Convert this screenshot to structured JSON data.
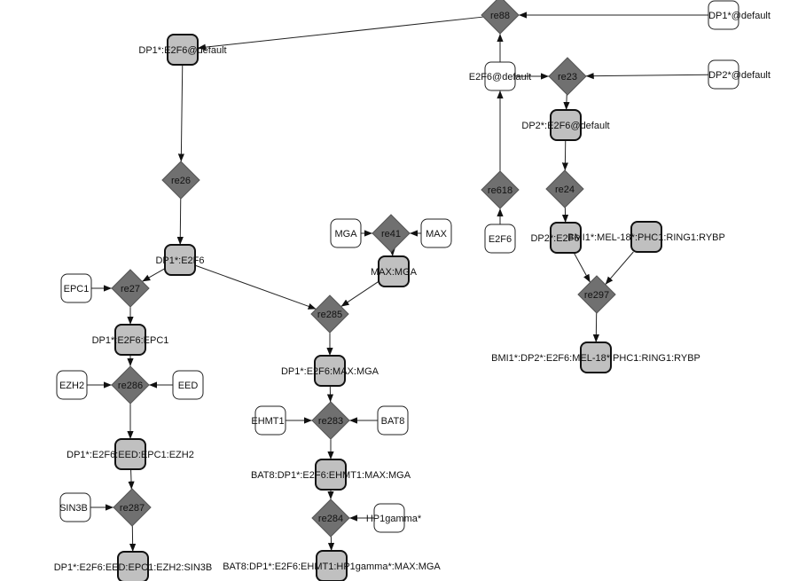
{
  "diagram": {
    "title": "E2F6 complex formation network",
    "colors": {
      "complex_fill": "#c0c0c0",
      "reaction_fill": "#707070",
      "simple_fill": "#ffffff",
      "edge": "#222222"
    },
    "nodes": [
      {
        "id": "re88",
        "type": "reaction",
        "label": "re88"
      },
      {
        "id": "dp1_default",
        "type": "simple",
        "label": "DP1*@default"
      },
      {
        "id": "dp1_e2f6_default",
        "type": "complex",
        "label": "DP1*:E2F6@default"
      },
      {
        "id": "e2f6_default",
        "type": "simple",
        "label": "E2F6@default"
      },
      {
        "id": "re23",
        "type": "reaction",
        "label": "re23"
      },
      {
        "id": "dp2_default",
        "type": "simple",
        "label": "DP2*@default"
      },
      {
        "id": "dp2_e2f6_default",
        "type": "complex",
        "label": "DP2*:E2F6@default"
      },
      {
        "id": "re618",
        "type": "reaction",
        "label": "re618"
      },
      {
        "id": "e2f6",
        "type": "simple",
        "label": "E2F6"
      },
      {
        "id": "re24",
        "type": "reaction",
        "label": "re24"
      },
      {
        "id": "dp2_e2f6",
        "type": "complex",
        "label": "DP2*:E2F6"
      },
      {
        "id": "mel18_complex",
        "type": "complex",
        "label": "BMI1*:MEL-18*:PHC1:RING1:RYBP"
      },
      {
        "id": "re297",
        "type": "reaction",
        "label": "re297"
      },
      {
        "id": "bmi1_full",
        "type": "complex",
        "label": "BMI1*:DP2*:E2F6:MEL-18*:PHC1:RING1:RYBP"
      },
      {
        "id": "re26",
        "type": "reaction",
        "label": "re26"
      },
      {
        "id": "dp1_e2f6",
        "type": "complex",
        "label": "DP1*:E2F6"
      },
      {
        "id": "epc1",
        "type": "simple",
        "label": "EPC1"
      },
      {
        "id": "re27",
        "type": "reaction",
        "label": "re27"
      },
      {
        "id": "dp1_e2f6_epc1",
        "type": "complex",
        "label": "DP1*:E2F6:EPC1"
      },
      {
        "id": "ezh2",
        "type": "simple",
        "label": "EZH2"
      },
      {
        "id": "re286",
        "type": "reaction",
        "label": "re286"
      },
      {
        "id": "eed",
        "type": "simple",
        "label": "EED"
      },
      {
        "id": "dp1_e2f6_eed_epc1_ezh2",
        "type": "complex",
        "label": "DP1*:E2F6:EED:EPC1:EZH2"
      },
      {
        "id": "sin3b",
        "type": "simple",
        "label": "SIN3B"
      },
      {
        "id": "re287",
        "type": "reaction",
        "label": "re287"
      },
      {
        "id": "dp1_e2f6_eed_epc1_ezh2_sin3b",
        "type": "complex",
        "label": "DP1*:E2F6:EED:EPC1:EZH2:SIN3B"
      },
      {
        "id": "mga",
        "type": "simple",
        "label": "MGA"
      },
      {
        "id": "re41",
        "type": "reaction",
        "label": "re41"
      },
      {
        "id": "max",
        "type": "simple",
        "label": "MAX"
      },
      {
        "id": "max_mga",
        "type": "complex",
        "label": "MAX:MGA"
      },
      {
        "id": "re285",
        "type": "reaction",
        "label": "re285"
      },
      {
        "id": "dp1_e2f6_max_mga",
        "type": "complex",
        "label": "DP1*:E2F6:MAX:MGA"
      },
      {
        "id": "ehmt1",
        "type": "simple",
        "label": "EHMT1"
      },
      {
        "id": "re283",
        "type": "reaction",
        "label": "re283"
      },
      {
        "id": "bat8",
        "type": "simple",
        "label": "BAT8"
      },
      {
        "id": "bat8_complex",
        "type": "complex",
        "label": "BAT8:DP1*:E2F6:EHMT1:MAX:MGA"
      },
      {
        "id": "re284",
        "type": "reaction",
        "label": "re284"
      },
      {
        "id": "hp1gamma",
        "type": "simple",
        "label": "HP1gamma*"
      },
      {
        "id": "bat8_hp1_complex",
        "type": "complex",
        "label": "BAT8:DP1*:E2F6:EHMT1:HP1gamma*:MAX:MGA"
      }
    ],
    "edges": [
      {
        "from": "dp1_default",
        "to": "re88"
      },
      {
        "from": "e2f6_default",
        "to": "re88"
      },
      {
        "from": "re88",
        "to": "dp1_e2f6_default"
      },
      {
        "from": "e2f6_default",
        "to": "re23"
      },
      {
        "from": "dp2_default",
        "to": "re23"
      },
      {
        "from": "re23",
        "to": "dp2_e2f6_default"
      },
      {
        "from": "e2f6",
        "to": "re618"
      },
      {
        "from": "re618",
        "to": "e2f6_default"
      },
      {
        "from": "dp2_e2f6_default",
        "to": "re24"
      },
      {
        "from": "re24",
        "to": "dp2_e2f6"
      },
      {
        "from": "dp2_e2f6",
        "to": "re297"
      },
      {
        "from": "mel18_complex",
        "to": "re297"
      },
      {
        "from": "re297",
        "to": "bmi1_full"
      },
      {
        "from": "dp1_e2f6_default",
        "to": "re26"
      },
      {
        "from": "re26",
        "to": "dp1_e2f6"
      },
      {
        "from": "dp1_e2f6",
        "to": "re27"
      },
      {
        "from": "epc1",
        "to": "re27"
      },
      {
        "from": "re27",
        "to": "dp1_e2f6_epc1"
      },
      {
        "from": "dp1_e2f6_epc1",
        "to": "re286"
      },
      {
        "from": "ezh2",
        "to": "re286"
      },
      {
        "from": "eed",
        "to": "re286"
      },
      {
        "from": "re286",
        "to": "dp1_e2f6_eed_epc1_ezh2"
      },
      {
        "from": "dp1_e2f6_eed_epc1_ezh2",
        "to": "re287"
      },
      {
        "from": "sin3b",
        "to": "re287"
      },
      {
        "from": "re287",
        "to": "dp1_e2f6_eed_epc1_ezh2_sin3b"
      },
      {
        "from": "mga",
        "to": "re41"
      },
      {
        "from": "max",
        "to": "re41"
      },
      {
        "from": "re41",
        "to": "max_mga"
      },
      {
        "from": "dp1_e2f6",
        "to": "re285"
      },
      {
        "from": "max_mga",
        "to": "re285"
      },
      {
        "from": "re285",
        "to": "dp1_e2f6_max_mga"
      },
      {
        "from": "dp1_e2f6_max_mga",
        "to": "re283"
      },
      {
        "from": "ehmt1",
        "to": "re283"
      },
      {
        "from": "bat8",
        "to": "re283"
      },
      {
        "from": "re283",
        "to": "bat8_complex"
      },
      {
        "from": "bat8_complex",
        "to": "re284"
      },
      {
        "from": "hp1gamma",
        "to": "re284"
      },
      {
        "from": "re284",
        "to": "bat8_hp1_complex"
      }
    ]
  }
}
